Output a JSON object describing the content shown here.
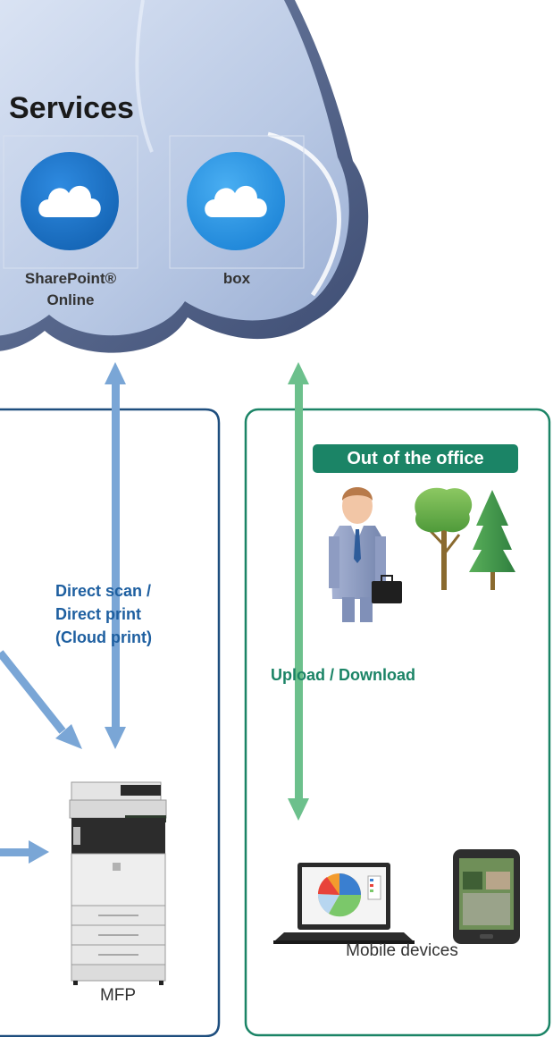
{
  "services": {
    "title": "Services",
    "items": [
      {
        "label": "SharePoint®",
        "sublabel": "Online"
      },
      {
        "label": "box"
      }
    ]
  },
  "out_of_office": {
    "badge": "Out of the office"
  },
  "flows": {
    "direct": [
      "Direct scan /",
      "Direct print",
      "(Cloud print)"
    ],
    "upload": "Upload / Download"
  },
  "devices": {
    "mfp": "MFP",
    "mobile": "Mobile devices"
  },
  "colors": {
    "office_border": "#1e4e7e",
    "outside_border": "#1b8466",
    "badge_bg": "#1b8466",
    "blue_arrow": "#7aa6d6",
    "green_arrow": "#6cc08c",
    "direct_text": "#1e5fa0",
    "upload_text": "#1b8466",
    "service_icon": "#1e6fc0"
  }
}
